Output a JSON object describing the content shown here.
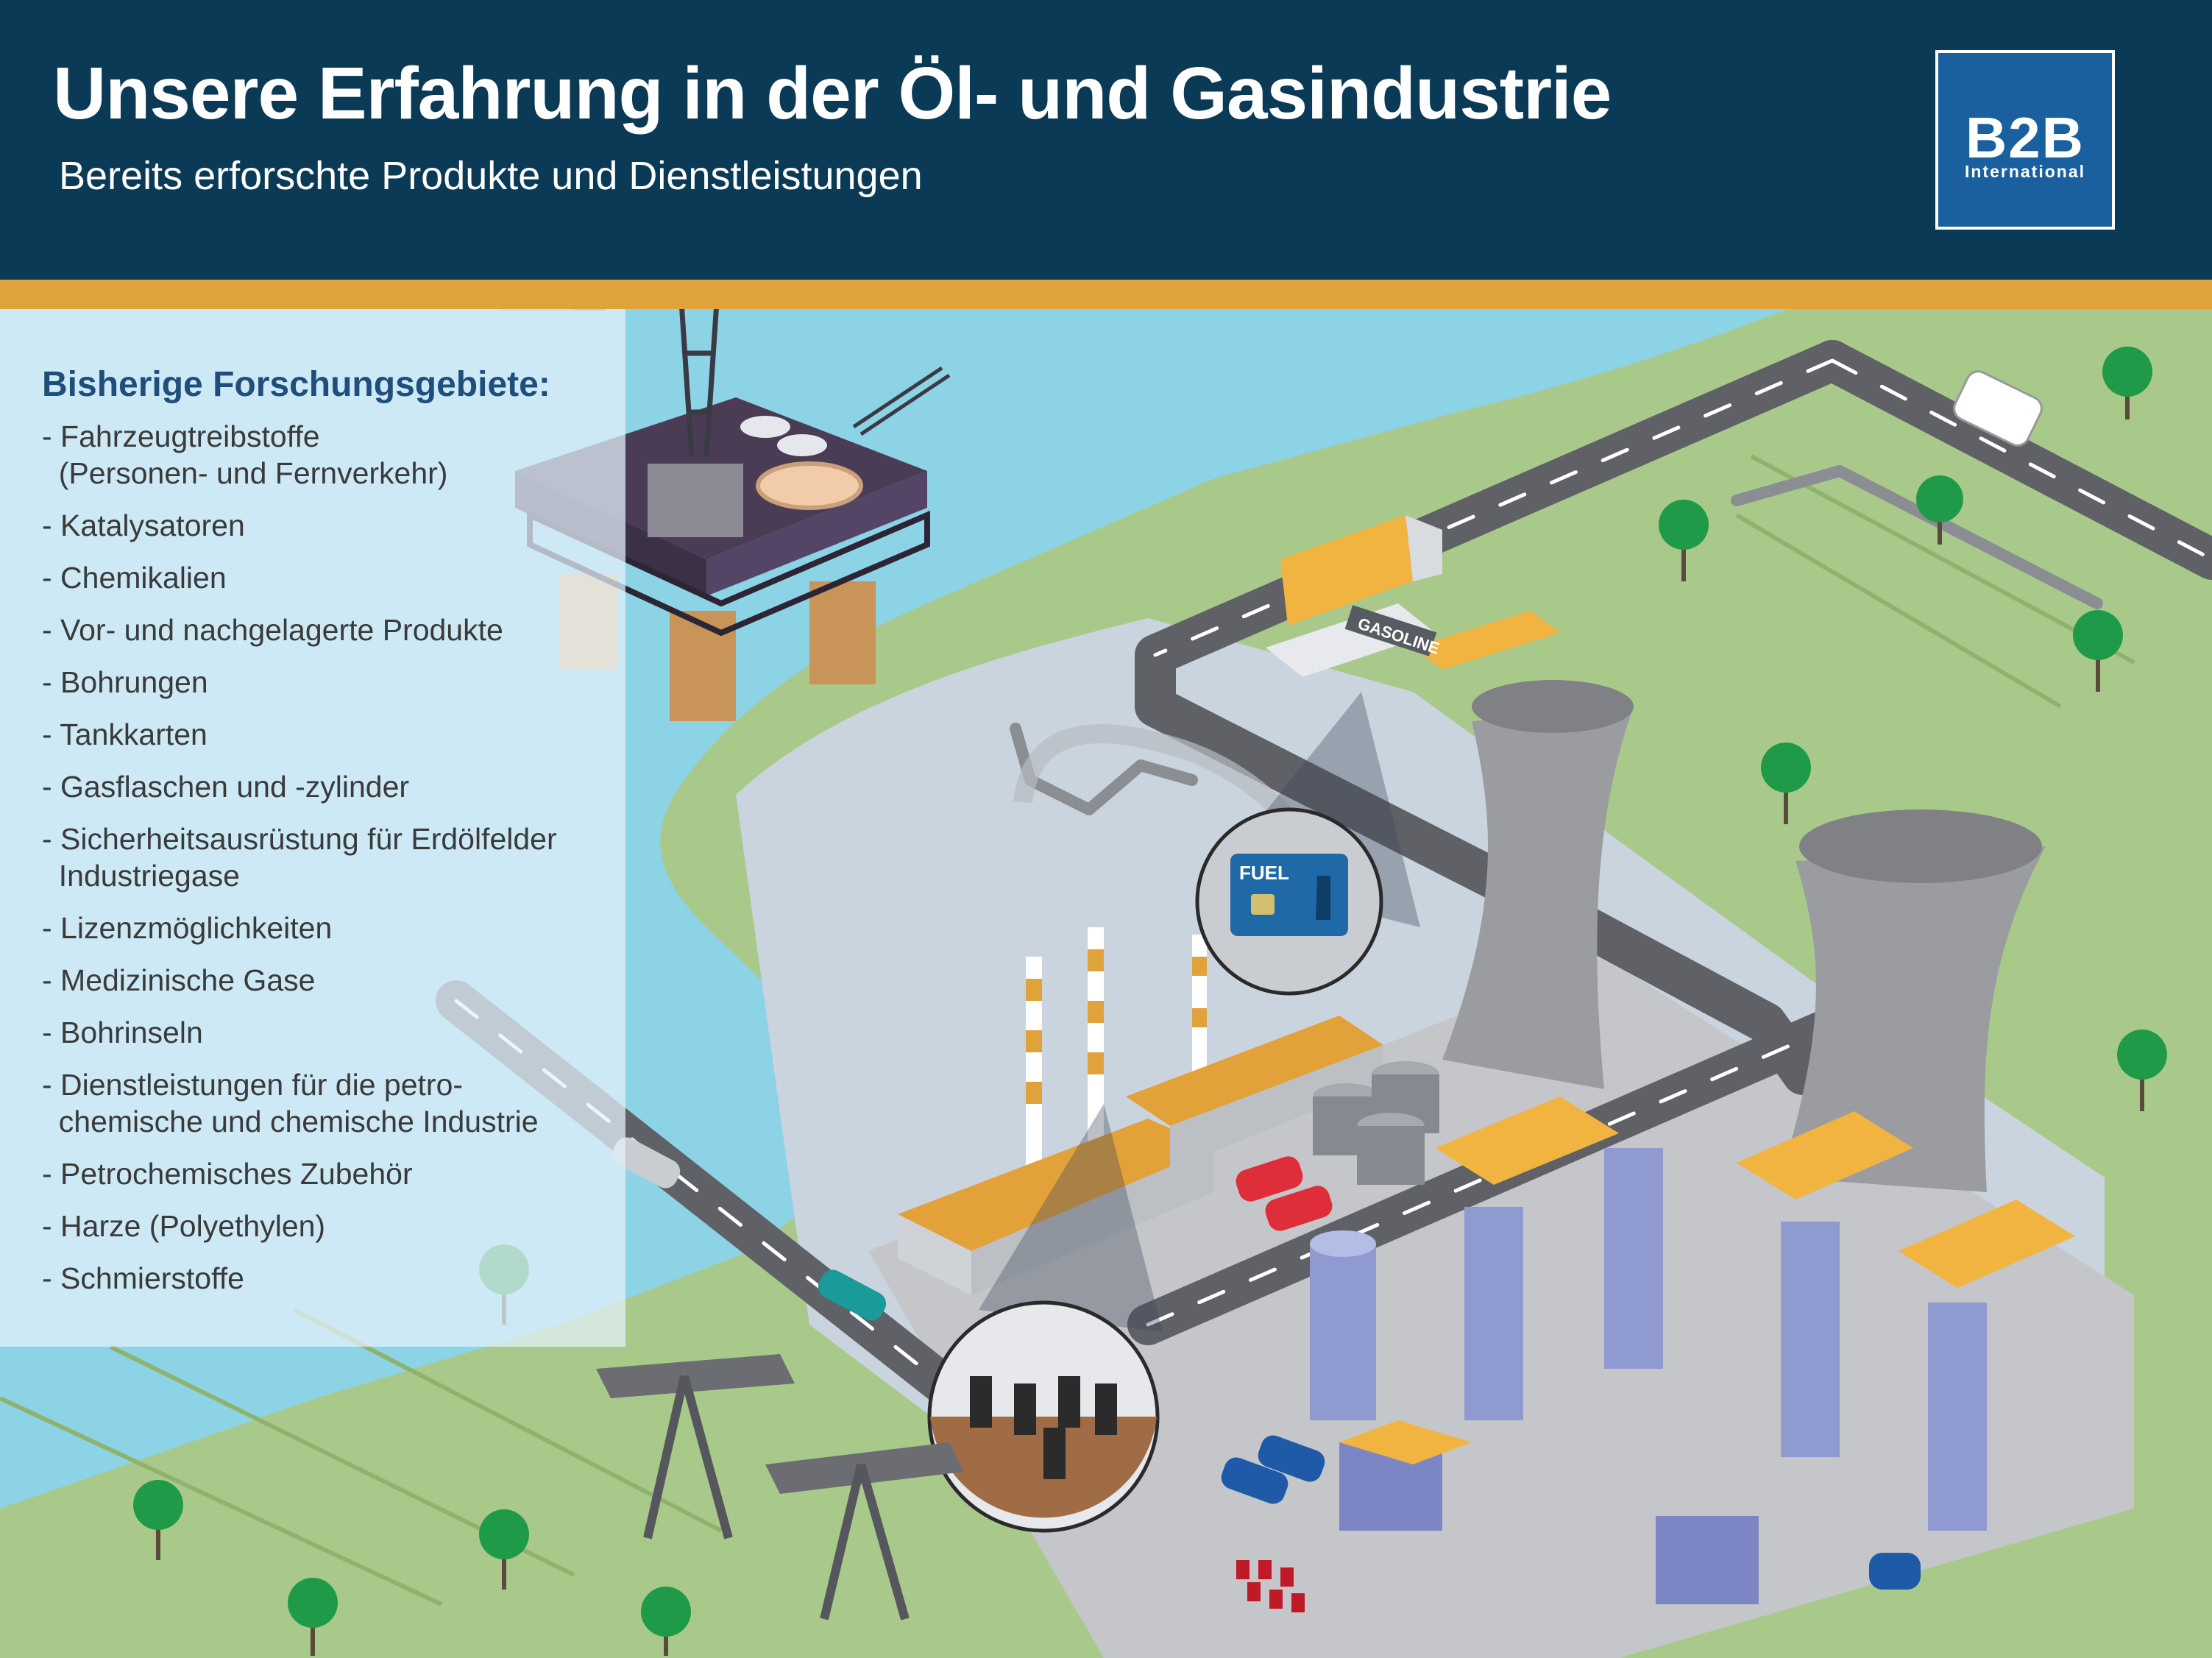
{
  "header": {
    "title": "Unsere Erfahrung in der Öl- und Gasindustrie",
    "subtitle": "Bereits erforschte Produkte und Dienstleistungen",
    "logo_main": "B2B",
    "logo_sub": "International"
  },
  "panel": {
    "heading": "Bisherige Forschungsgebiete:",
    "items": [
      "- Fahrzeugtreibstoffe\n  (Personen- und Fernverkehr)",
      "- Katalysatoren",
      "- Chemikalien",
      "- Vor- und nachgelagerte Produkte",
      "- Bohrungen",
      "- Tankkarten",
      "- Gasflaschen und -zylinder",
      "- Sicherheitsausrüstung für Erdölfelder\n  Industriegase",
      "- Lizenzmöglichkeiten",
      "- Medizinische Gase",
      "- Bohrinseln",
      "- Dienstleistungen für die petro-\n  chemische und chemische Industrie",
      "- Petrochemisches Zubehör",
      "- Harze (Polyethylen)",
      "- Schmierstoffe"
    ]
  },
  "scene": {
    "fuel_card_label": "FUEL",
    "gas_station_sign": "GASOLINE"
  },
  "colors": {
    "header_bg": "#0b3a57",
    "accent_stripe": "#e0a23a",
    "logo_bg": "#1a5f9e",
    "water": "#8dd3e6",
    "grass": "#a9c98a",
    "road": "#5f6166",
    "heading_text": "#1f4e7b"
  }
}
